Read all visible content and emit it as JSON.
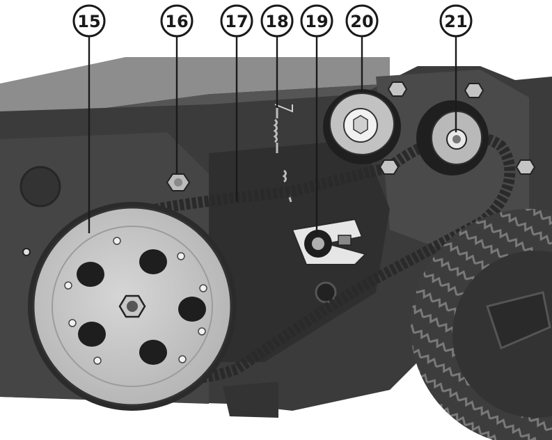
{
  "callouts": [
    {
      "number": "15",
      "name": "callout-15",
      "leader-target": "drive-pulley"
    },
    {
      "number": "16",
      "name": "callout-16",
      "leader-target": "pivot-bolt"
    },
    {
      "number": "17",
      "name": "callout-17",
      "leader-target": "drive-belt"
    },
    {
      "number": "18",
      "name": "callout-18",
      "leader-target": "tension-spring"
    },
    {
      "number": "19",
      "name": "callout-19",
      "leader-target": "tension-arm-bolt"
    },
    {
      "number": "20",
      "name": "callout-20",
      "leader-target": "idler-pulley"
    },
    {
      "number": "21",
      "name": "callout-21",
      "leader-target": "driven-pulley"
    }
  ],
  "colors": {
    "background": "#ffffff",
    "housing_dark": "#3b3b3b",
    "housing_mid": "#565656",
    "housing_light": "#8a8a8a",
    "pulley_face": "#c9c9c9",
    "belt": "#2a2a2a",
    "tire": "#3d3d3d",
    "callout_stroke": "#1a1a1a"
  }
}
